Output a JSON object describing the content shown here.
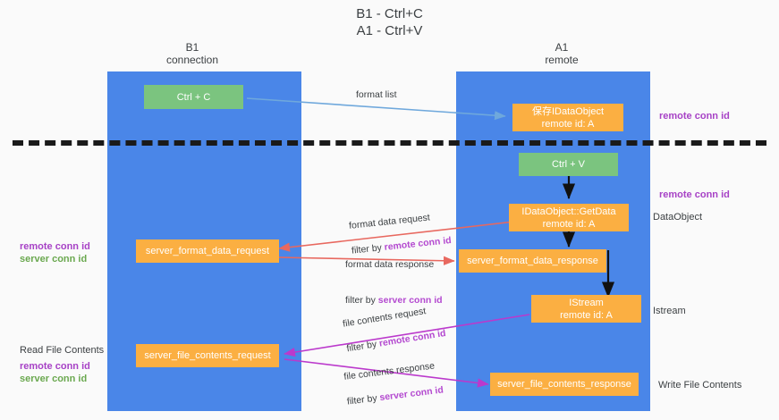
{
  "diagram": {
    "title": "B1 - Ctrl+C\nA1 - Ctrl+V",
    "lanes": [
      {
        "id": "b1",
        "header": "B1\nconnection",
        "fill": "#4a86e8"
      },
      {
        "id": "a1",
        "header": "A1\nremote",
        "fill": "#4a86e8"
      }
    ],
    "colors": {
      "lane": "#4a86e8",
      "green_box": "#7bc47f",
      "orange_box": "#fbaf42",
      "purple_text": "#a742c6",
      "green_text": "#6aa84f",
      "dark_text": "#3c4043",
      "arrow_blue": "#6fa8dc",
      "arrow_red": "#e8685f",
      "arrow_magenta": "#bb39cc",
      "arrow_black": "#000000",
      "divider": "#1a1a1a",
      "background": "#fafafa"
    },
    "nodes": [
      {
        "id": "ctrl-c",
        "label": "Ctrl + C",
        "style": "green"
      },
      {
        "id": "idataobject",
        "label": "保存IDataObject\nremote id: A",
        "style": "orange"
      },
      {
        "id": "ctrl-v",
        "label": "Ctrl + V",
        "style": "green"
      },
      {
        "id": "idataobject-getdata",
        "label": "IDataObject::GetData\nremote id: A",
        "style": "orange"
      },
      {
        "id": "server-format-data-request",
        "label": "server_format_data_request",
        "style": "orange"
      },
      {
        "id": "server-format-data-response",
        "label": "server_format_data_response",
        "style": "orange"
      },
      {
        "id": "istream",
        "label": "IStream\nremote id: A",
        "style": "orange"
      },
      {
        "id": "server-file-contents-request",
        "label": "server_file_contents_request",
        "style": "orange"
      },
      {
        "id": "server-file-contents-response",
        "label": "server_file_contents_response",
        "style": "orange"
      }
    ],
    "edge_labels": {
      "format_list": "format list",
      "format_data_request": "format data request",
      "format_data_request_filter_prefix": "filter by ",
      "format_data_request_filter_key": "remote conn id",
      "format_data_response": "format data response",
      "format_data_response_filter_prefix": "filter by ",
      "format_data_response_filter_key": "server conn id",
      "file_contents_request": "file contents request",
      "file_contents_request_filter_prefix": "filter by ",
      "file_contents_request_filter_key": "remote conn id",
      "file_contents_response": "file contents response",
      "file_contents_response_filter_prefix": "filter by ",
      "file_contents_response_filter_key": "server conn id"
    },
    "side_labels": {
      "right_remote_conn_id_top": "remote conn id",
      "right_remote_conn_id_mid": "remote conn id",
      "right_dataobject": "DataObject",
      "right_istream": "Istream",
      "right_write_file_contents": "Write File Contents",
      "left_remote_conn_id": "remote conn id",
      "left_server_conn_id": "server conn id",
      "left_read_file_contents": "Read File Contents",
      "left_remote_conn_id_2": "remote conn id",
      "left_server_conn_id_2": "server conn id"
    }
  }
}
